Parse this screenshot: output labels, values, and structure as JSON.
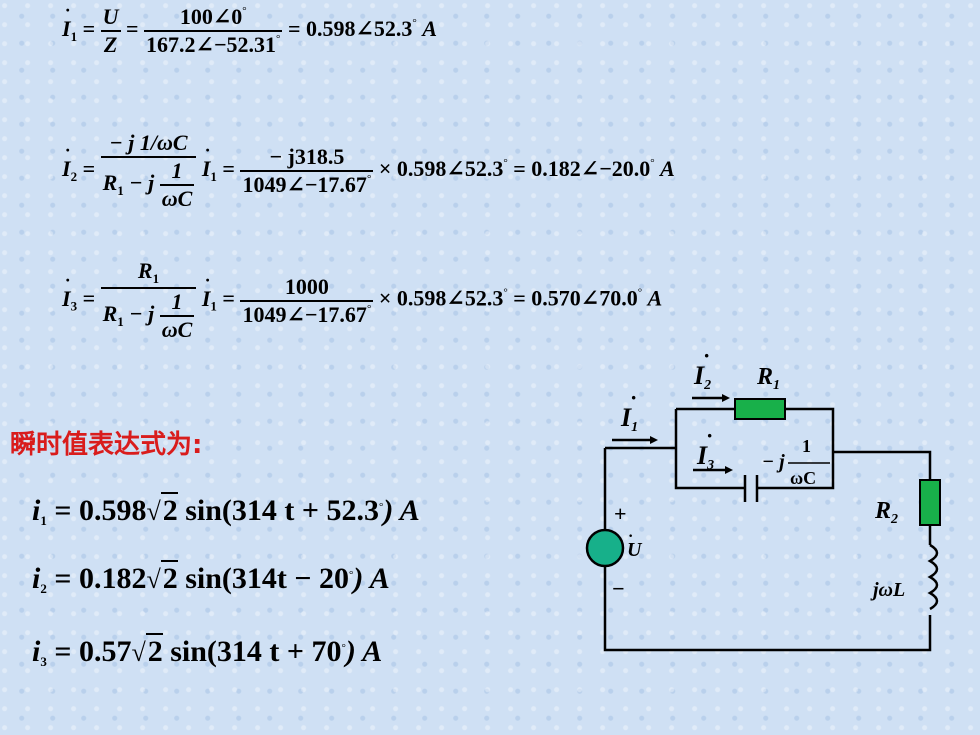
{
  "eq1": {
    "lhs": "I",
    "sub": "1",
    "num_u": "U",
    "den_z": "Z",
    "num": "100∠0",
    "den": "167.2∠−52.31",
    "result": "= 0.598∠52.3",
    "unit": "A"
  },
  "eq2": {
    "lhs": "I",
    "sub": "2",
    "result": "× 0.598∠52.3",
    "result2": "= 0.182∠−20.0",
    "unit": "A",
    "num": "− j318.5",
    "den": "1049∠−17.67"
  },
  "eq3": {
    "lhs": "I",
    "sub": "3",
    "result": "× 0.598∠52.3",
    "result2": "= 0.570∠70.0",
    "unit": "A",
    "num": "1000",
    "den": "1049∠−17.67"
  },
  "instant_title": "瞬时值表达式为:",
  "instant": [
    {
      "var": "i",
      "sub": "1",
      "pre": "= 0.598",
      "post": "sin(314 t + 52.3",
      "close": ") A"
    },
    {
      "var": "i",
      "sub": "2",
      "pre": "= 0.182",
      "post": "sin(314t − 20",
      "close": ") A"
    },
    {
      "var": "i",
      "sub": "3",
      "pre": "= 0.57",
      "post": "sin(314 t + 70",
      "close": ") A"
    }
  ],
  "circuit": {
    "i1": "I",
    "i1_sub": "1",
    "i2": "I",
    "i2_sub": "2",
    "i3": "I",
    "i3_sub": "3",
    "r1": "R",
    "r1_sub": "1",
    "r2": "R",
    "r2_sub": "2",
    "cap_label_j": "− j",
    "cap_num": "1",
    "cap_den": "ωC",
    "source": "U",
    "plus": "+",
    "minus": "−",
    "inductor": "jωL",
    "colors": {
      "resistor": "#18b04a",
      "source": "#17b08a"
    }
  }
}
